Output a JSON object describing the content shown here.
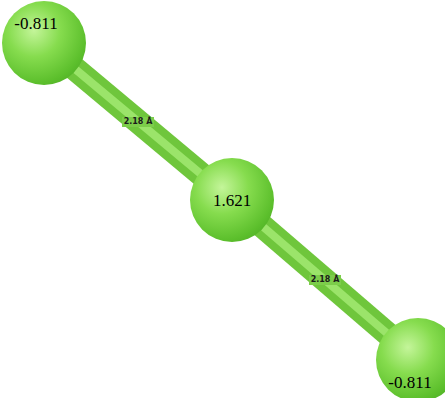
{
  "diagram": {
    "nodes": [
      {
        "text": [
          "-0.811"
        ]
      },
      {
        "text": [
          "1.621"
        ]
      },
      {
        "text": [
          "-0.811"
        ]
      }
    ],
    "edges": [
      {
        "from": 0,
        "to": 1,
        "label": "2.18 Å",
        "arrow": "none"
      },
      {
        "from": 1,
        "to": 2,
        "label": "2.18 Å",
        "arrow": "none"
      }
    ]
  }
}
